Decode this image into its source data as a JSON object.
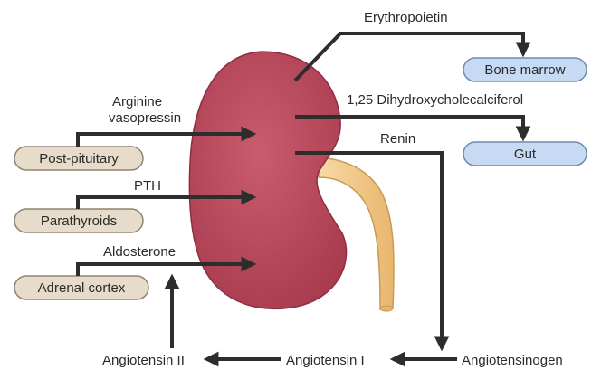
{
  "hormones": {
    "erythropoietin": "Erythropoietin",
    "arginine_vasopressin_line1": "Arginine",
    "arginine_vasopressin_line2": "vasopressin",
    "dihydroxycholecalciferol": "1,25 Dihydroxycholecalciferol",
    "renin": "Renin",
    "pth": "PTH",
    "aldosterone": "Aldosterone"
  },
  "sources": {
    "post_pituitary": "Post-pituitary",
    "parathyroids": "Parathyroids",
    "adrenal_cortex": "Adrenal cortex"
  },
  "targets": {
    "bone_marrow": "Bone marrow",
    "gut": "Gut"
  },
  "cascade": {
    "angiotensinogen": "Angiotensinogen",
    "angiotensin_i": "Angiotensin I",
    "angiotensin_ii": "Angiotensin II"
  },
  "colors": {
    "kidney": "#b9475a",
    "ureter": "#f3c98a",
    "source_pill": "#e6dcc9",
    "target_pill": "#c6daf4",
    "arrow": "#2d2d2d"
  }
}
